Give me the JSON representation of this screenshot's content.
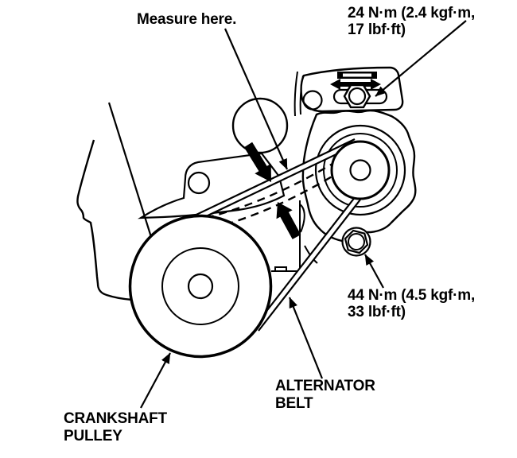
{
  "figure": {
    "kind": "alternator-belt-adjustment-diagram",
    "colors": {
      "ink": "#000000",
      "paper": "#ffffff"
    }
  },
  "annotations": {
    "measure_here": {
      "text": "Measure here."
    },
    "bracket_bolt_torque": {
      "line1": "24 N·m (2.4 kgf·m,",
      "line2": "17 lbf·ft)"
    },
    "mount_bolt_torque": {
      "line1": "44 N·m (4.5 kgf·m,",
      "line2": "33 lbf·ft)"
    },
    "alternator_belt": {
      "line1": "ALTERNATOR",
      "line2": "BELT"
    },
    "crankshaft_pulley": {
      "line1": "CRANKSHAFT",
      "line2": "PULLEY"
    }
  }
}
